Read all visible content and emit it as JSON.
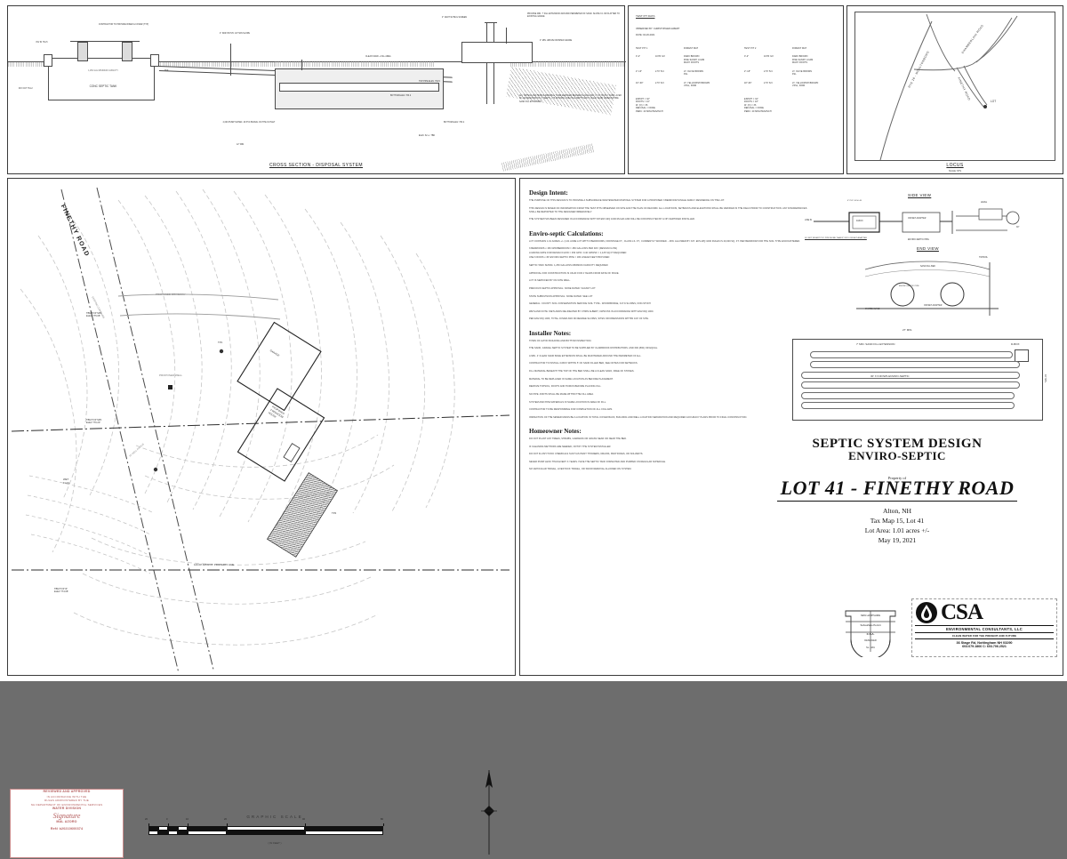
{
  "sheet": {
    "background": "#ffffff",
    "border_color": "#3a3a3a"
  },
  "cross_section": {
    "title": "CROSS SECTION - DISPOSAL SYSTEM",
    "labels": [
      {
        "id": "inlet-invert",
        "text": "INV IN\n761.5"
      },
      {
        "id": "outlet-label",
        "text": "INV OUT\n761.2"
      },
      {
        "id": "riser-note",
        "text": "CONTRACTOR TO\nPROVIDE RISER\n& COVER (TYP)"
      },
      {
        "id": "tank-capacity",
        "text": "1,250 GAL\nMINIMUM\nCAPACITY"
      },
      {
        "id": "tank-name",
        "text": "CONC\nSEPTIC TANK"
      },
      {
        "id": "tank-outlet-note",
        "text": "2,000 PUMP\nSCHED. 40 PVC\nBURIAL ON THE OUTLET"
      },
      {
        "id": "inlet-tee",
        "text": "TEE"
      },
      {
        "id": "outlet-tee",
        "text": "TEE"
      },
      {
        "id": "sewer-pipe",
        "text": "4\" SDR 35 PVC\n1/4\" MIN SLOPE"
      },
      {
        "id": "d-box",
        "text": "D-BOX"
      },
      {
        "id": "vent-note",
        "text": "4\" VENT W/\nBUG SCREEN"
      },
      {
        "id": "fill-note",
        "text": "PROVIDE MIN. 7' FILL EXTENSION\nAROUND PERIMETER OF SAND. SLOPE 3:1 OR\nFLATTER TO EXISTING GRADE"
      },
      {
        "id": "above-grade",
        "text": "4\" MIN. ABOVE\nFINISHED GRADE"
      },
      {
        "id": "clean-sand",
        "text": "CLEAN SAND + FILL AREA"
      },
      {
        "id": "pipe-note",
        "text": "TOP PIPE  ELEV. 764.5"
      },
      {
        "id": "bottom-note",
        "text": "BOTTOM  ELEV. 763.2"
      },
      {
        "id": "sand-note",
        "text": "ALL TOPSOIL AND HUMUS MATERIAL TO BE\nREMOVED BEFORE PLACING MIN. 6\" OF HIGHLY\nSAND LAYER W/ 110 PENETRATION, IT MEETS. LTS\nRUNNING ONE-HALF DEPTH AND 3' CLEAN SAND\nUNDER ENTIRE SAND FILL EXTENSION"
      },
      {
        "id": "min-note",
        "text": "18\" MIN."
      },
      {
        "id": "esgw-note",
        "text": "ELEV. 62 +/- TBD"
      },
      {
        "id": "twelve-min",
        "text": "12\" MIN."
      },
      {
        "id": "six-min",
        "text": "6\" MIN."
      }
    ]
  },
  "test_pit": {
    "title": "TEST PIT DATA",
    "observed_by": "OBSERVED BY: CHRISTOPHER ALBERT",
    "date": "DATE: 04-26-2021",
    "pits": [
      {
        "name": "TEST PIT 1",
        "cover": "FOREST MAT",
        "layers": [
          {
            "depth": "0'-2\"",
            "munsell": "10YR 3/2",
            "desc": "DARK BROWN\nFINE SANDY LOAM\nMANY ROOTS"
          },
          {
            "depth": "2\"-16\"",
            "munsell": "2.5Y 5/4",
            "desc": "LT. OLIVE BROWN\nFSL"
          },
          {
            "depth": "16\"-60\"",
            "munsell": "2.5Y 6/3",
            "desc": "LT. YELLOWISH BROWN\nVFSL, FIRM"
          }
        ],
        "summary": [
          "ESHWT = 32\"",
          "ROOTS = 16\"",
          "W. (O) = 36",
          "REFUSAL = NONE",
          "PERC: 20 MINUTES/INCH"
        ]
      },
      {
        "name": "TEST PIT 2",
        "cover": "FOREST MAT",
        "layers": [
          {
            "depth": "0'-2\"",
            "munsell": "10YR 3/2",
            "desc": "DARK BROWN\nFINE SANDY LOAM\nMANY ROOTS"
          },
          {
            "depth": "2\"-18\"",
            "munsell": "2.5Y 5/4",
            "desc": "LT. OLIVE BROWN\nFSL"
          },
          {
            "depth": "18\"-60\"",
            "munsell": "2.5Y 6/3",
            "desc": "LT. YELLOWISH BROWN\nVFSL, FIRM"
          }
        ],
        "summary": [
          "ESHWT = 34\"",
          "ROOTS = 18\"",
          "W. (O) = 36",
          "REFUSAL = NONE",
          "PERC: 20 MINUTES/INCH"
        ]
      }
    ]
  },
  "locus": {
    "title": "LOCUS",
    "scale": "SCALE: NTS",
    "roads": [
      {
        "label": "RTE 28 - MOULTONBORO"
      },
      {
        "label": "CHAMBERLAIN ROAD"
      },
      {
        "label": "FINETHY ROAD"
      }
    ],
    "lot_marker": "LOT"
  },
  "site_plan": {
    "road_label": "FINETHY ROAD",
    "annotations": [
      {
        "id": "proposed-driveway",
        "text": "PROPOSED DRIVEWAY"
      },
      {
        "id": "proposed-well",
        "text": "PROPOSED WELL"
      },
      {
        "id": "existing-contours",
        "text": "EXISTING CONTOURS"
      },
      {
        "id": "tbm-1",
        "text": "TBM TOP SPK\nELEV 775.08'"
      },
      {
        "id": "tbm-2",
        "text": "TBM TOP SPK\nELEV 776.20'"
      },
      {
        "id": "tbm-3",
        "text": "TBM TOP IP\nELEV 774.08'"
      },
      {
        "id": "property-line",
        "text": "120.00' APPROX. PROPERTY LINE"
      },
      {
        "id": "test-pit-1",
        "text": "TP1"
      },
      {
        "id": "test-pit-2",
        "text": "TP2"
      },
      {
        "id": "wet-area",
        "text": "WET\nFLAG"
      },
      {
        "id": "house",
        "text": "PROPOSED\n3 BEDROOM\nHOUSE"
      },
      {
        "id": "garage",
        "text": "GARAGE"
      },
      {
        "id": "setback-75",
        "text": "75' WELL RADIUS"
      },
      {
        "id": "septic-tank",
        "text": "SEPTIC TANK"
      },
      {
        "id": "d-box-site",
        "text": "D-BOX"
      }
    ],
    "graphic_scale": {
      "title": "GRAPHIC  SCALE",
      "unit_note": "( IN FEET )",
      "ticks": [
        "20",
        "0",
        "10",
        "20",
        "40",
        "80"
      ]
    },
    "north_label": "N"
  },
  "approval_stamp": {
    "line1": "REVIEWED AND APPROVED",
    "line2": "IN ACCORDANCE WITH THE",
    "line3": "RULES ADMINISTERED BY THE",
    "line4": "NH DEPARTMENT OF ENVIRONMENTAL SERVICES",
    "line5": "WATER DIVISION",
    "signature": "Signature",
    "name": "MAL AZORO",
    "permit": "Ref# b20210600374"
  },
  "notes": {
    "design_intent": {
      "heading": "Design Intent:",
      "paragraphs": [
        "THE PURPOSE OF THIS DESIGN IS TO PROVIDE A SUBSURFACE WASTEWATER DISPOSAL SYSTEM FOR A PROPOSED 3 BEDROOM SINGLE FAMILY RESIDENCE ON THE LOT.",
        "THIS DESIGN IS BASED ON INFORMATION FROM THE TEST PITS OBSERVED ON SITE AND THE PLAN OF RECORD. ALL LOCATIONS, SETBACKS AND ELEVATIONS SHALL BE VERIFIED IN THE FIELD PRIOR TO CONSTRUCTION. ANY DISCREPANCIES SHALL BE REPORTED TO THE DESIGNER IMMEDIATELY.",
        "THE SYSTEM HAS BEEN DESIGNED IN ACCORDANCE WITH NH ENV-WQ 1000 RULES AND WILL BE CONSTRUCTED BY A NH CERTIFIED INSTALLER."
      ]
    },
    "calculations": {
      "heading": "Enviro-septic Calculations:",
      "paragraphs": [
        "LOT CONTAINS 1.01 ACRES +/- (1.01 ACRE LOT WITH 3 BEDROOMS, FRONTAGE FT., CLASS LS. FT., CURRENTLY WOODED. - MIN. ALLOWED BY N.H. ENV-WQ 1000 RULES IS 20,000 SQ. FT. PER BEDROOM FOR THE SOIL TYPE ENCOUNTERED.",
        "3 BEDROOMS x 150 GPD/BEDROOM = 450 GALLONS PER DAY (DESIGN FLOW)",
        "LOADING RATE FOR DESIGN FLOW = 450 GPD / 0.40 GPD/SF = 1,125 SQ FT REQUIRED",
        "USE 6 ROWS x 30' ENVIRO-SEPTIC PIPE = 180 LINEAR FEET PROVIDED",
        "SEPTIC TANK SIZING:  1,250 GALLONS MINIMUM CAPACITY REQUIRED",
        "APPROVAL FOR CONSTRUCTION IS VALID FOR 4 YEARS FROM DATE OF ISSUE.",
        "LOT IS SERVICED BY ON-SITE WELL.",
        "PREVIOUS SEPTIC APPROVAL: NONE  DATED: VACANT LOT",
        "STATE SUBDIVISION APPROVAL: NONE  DATED: SEE LOT",
        "GENERAL: COUNTY SOIL CONSERVATION SERVICE SOIL TYPE - WOODBRIDGE, 3-8 % SLOPES, NON-STONY",
        "WETLAND NOTE: WETLANDS DELINEATED BY CHRIS ALBERT, CWS/CSS IN ACCORDANCE WITH ENV-WQ 1000.",
        "PER ENV-WQ 1003, TOTAL COVER AND 90 DEGREE SLOPES, SITES OR DIMENSIONS WITHIN 100' OF SITE."
      ]
    },
    "installer_notes": {
      "heading": "Installer Notes:",
      "paragraphs": [
        "TOWN OF ALTON BUILDING AND BOTTOM INSPECTION.",
        "THE SAND, GRAVEL SEPTIC SYSTEM TO BE SUPPLIED BY CLARBROOK DISTRIBUTORS. AND 600 (800) OR EQUAL.",
        "A MIN. 4' CLEAN SAND BASE EXTENSION SHALL BE MAINTAINED AROUND THE PERIMETER OF ALL.",
        "CONTRACTOR TO INSTALL D-BOX WITHIN 5' OF SAND FILLED BED, SEE NOTES FOR SETBACKS.",
        "FILL MATERIAL BENEATH THE TOP OF THE BED SHALL BE A CLEAN SAND, FREE OF STONES.",
        "MATERIAL TO BE REPLACED IN SAME LOCATION AS BEFORE PLACEMENT.",
        "REMOVE TOPSOIL, ROOTS AND HUMUS BEFORE PLACING FILL.",
        "NO PIPE JOINTS SHALL BE MADE WITHIN THE FILL AREA.",
        "SYSTEM AND PIPE MATERIALS IN SAME LOCATION IN AREA OF FILL.",
        "CONTRACTOR TO BE RESPONSIBLE FOR COMPLETION OF ALL COLLARS.",
        "INSPECTION OF THE SEWER MAINS BE A LOCATION IN TOTAL COVER BACK, BUILDING AND WELL LOCATION SEPARATION AND REQUIRED ACCURACY PLANS PRIOR TO FINAL CONSTRUCTION."
      ]
    },
    "homeowner_notes": {
      "heading": "Homeowner Notes:",
      "paragraphs": [
        "DO NOT PLANT ANY TREES, SHRUBS, GARDENS OR GRASS NEAR OR NEAR THE BED.",
        "IF CLEANING METHODS ARE NEEDED, NOTIFY THE SYSTEM INSTALLER.",
        "DO NOT FLUSH TOXIC CHEMICALS SUCH AS PAINT THINNERS, DRAINS, PESTICIDES, OR SOLVENTS.",
        "NEVER PUMP LESS THAN EVERY 3 YEARS. HAVE THE SEPTIC TANK INSPECTED AND PUMPED ON REGULAR SCHEDULE.",
        "NO VEHICULAR TRAVEL, LIVESTOCK TRAVEL, OR SNOW REMOVAL ALLOWED ON SYSTEM."
      ]
    }
  },
  "details": {
    "side_view_title": "SIDE VIEW",
    "end_view_title": "END VIEW",
    "side_view_labels": [
      {
        "id": "line-in",
        "text": "LINE IN"
      },
      {
        "id": "pipe-size",
        "text": "4\" PVC\nSCH. 40"
      },
      {
        "id": "d-box-detail",
        "text": "D-BOX"
      },
      {
        "id": "offset-adapter-1",
        "text": "OFFSET\nADAPTER"
      },
      {
        "id": "do-not-insert",
        "text": "DO NOT INSERT PVC PIPE MORE\nTHAN 3\" INTO OFFSET ADAPTER"
      },
      {
        "id": "enviro-pipe",
        "text": "ENVIRO-SEPTIC PIPE"
      },
      {
        "id": "level-note",
        "text": "LEVEL"
      },
      {
        "id": "end-cap",
        "text": "30\""
      }
    ],
    "end_view_labels": [
      {
        "id": "topsoil",
        "text": "TOPSOIL"
      },
      {
        "id": "cover-note",
        "text": "6\""
      },
      {
        "id": "sand-fill",
        "text": "SAND FILL\nBED"
      },
      {
        "id": "pipe-label",
        "text": "ENVIRO-SEPTIC PIPE"
      },
      {
        "id": "fabric",
        "text": "SYSTEM\nSAND"
      },
      {
        "id": "offset-adapter-2",
        "text": "OFFSET\nADAPTER"
      },
      {
        "id": "spacing",
        "text": "6\""
      }
    ],
    "bed_plan": {
      "width_label": "27' MIN.",
      "sand_extension": "7' MIN. SAND FILL EXTENSION",
      "rows_label": "30' X 6 ROWS ENVIRO-SEPTIC",
      "d_box_label": "D-BOX",
      "height_label": "16' MIN.",
      "row_count": 6
    }
  },
  "title_block": {
    "line1": "SEPTIC SYSTEM DESIGN",
    "line2": "ENVIRO-SEPTIC",
    "property_of": "Property of",
    "main_title": "LOT 41 - FINETHY ROAD",
    "town": "Alton, NH",
    "tax_map": "Tax Map 15, Lot 41",
    "lot_area": "Lot Area: 1.01 acres +/-",
    "date": "May 19, 2021"
  },
  "seal": {
    "top_text": "NEW HAMPSHIRE",
    "mid_text": "Subsurface Permit",
    "name_text": "C.S.A.",
    "bottom_text": "DESIGNER",
    "number": "No. 1281"
  },
  "company": {
    "name": "CSA",
    "full_name": "ENVIRONMENTAL CONSULTANTS, LLC",
    "tagline": "CLEAN WATER FOR THE PRESENT AND FUTURE",
    "address": "36 Stage Rd, Nottingham NH 03290",
    "phone": "603.679.1866   C: 603.706.2521",
    "logo_icon": "water-drop-icon"
  }
}
